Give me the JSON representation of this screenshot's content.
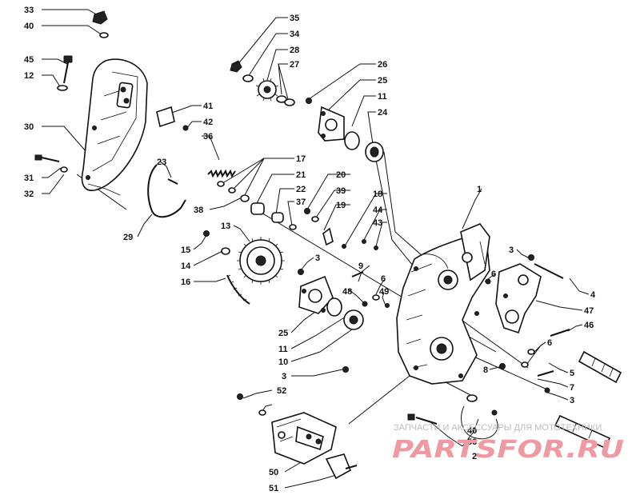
{
  "watermark": {
    "tagline": "ЗАПЧАСТИ И АКСЕССУАРЫ ДЛЯ МОТОТЕХНИКИ",
    "brand": "PARTSFOR.RU",
    "color": "#e05a66"
  },
  "callouts": [
    "33",
    "40",
    "45",
    "12",
    "30",
    "31",
    "32",
    "35",
    "34",
    "28",
    "27",
    "26",
    "25",
    "11",
    "24",
    "41",
    "42",
    "36",
    "23",
    "17",
    "21",
    "22",
    "37",
    "38",
    "29",
    "20",
    "39",
    "19",
    "18",
    "44",
    "43",
    "13",
    "15",
    "14",
    "16",
    "3",
    "9",
    "6",
    "48",
    "49",
    "1",
    "3",
    "6",
    "4",
    "47",
    "46",
    "25",
    "11",
    "10",
    "6",
    "5",
    "7",
    "3",
    "8",
    "3",
    "52",
    "40",
    "53",
    "2",
    "50",
    "51"
  ]
}
